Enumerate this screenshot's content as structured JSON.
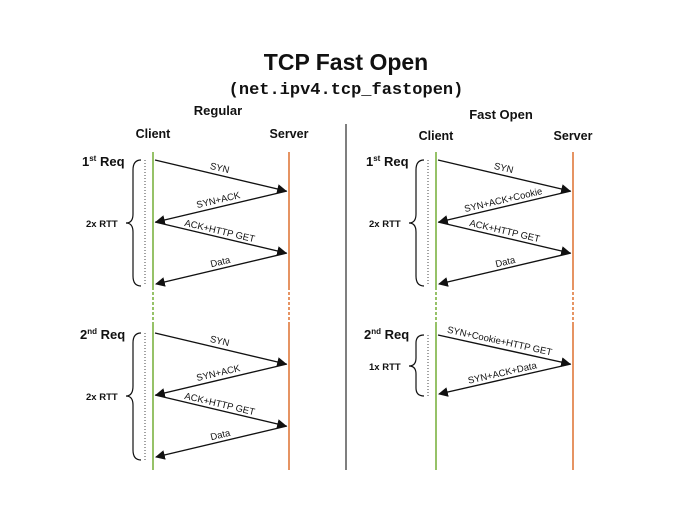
{
  "title": "TCP Fast Open",
  "subtitle": "(net.ipv4.tcp_fastopen)",
  "colors": {
    "client_line": "#7cb342",
    "server_line": "#e07a3c",
    "ink": "#111111",
    "divider": "#555555"
  },
  "panels": {
    "regular": {
      "heading": "Regular",
      "client": "Client",
      "server": "Server",
      "req1": {
        "label": "1",
        "sup": "st",
        "word": " Req",
        "rtt": "2x RTT",
        "msgs": [
          "SYN",
          "SYN+ACK",
          "ACK+HTTP GET",
          "Data"
        ]
      },
      "req2": {
        "label": "2",
        "sup": "nd",
        "word": " Req",
        "rtt": "2x RTT",
        "msgs": [
          "SYN",
          "SYN+ACK",
          "ACK+HTTP GET",
          "Data"
        ]
      }
    },
    "fastopen": {
      "heading": "Fast Open",
      "client": "Client",
      "server": "Server",
      "req1": {
        "label": "1",
        "sup": "st",
        "word": " Req",
        "rtt": "2x RTT",
        "msgs": [
          "SYN",
          "SYN+ACK+Cookie",
          "ACK+HTTP GET",
          "Data"
        ]
      },
      "req2": {
        "label": "2",
        "sup": "nd",
        "word": " Req",
        "rtt": "1x RTT",
        "msgs": [
          "SYN+Cookie+HTTP GET",
          "SYN+ACK+Data"
        ]
      }
    }
  }
}
